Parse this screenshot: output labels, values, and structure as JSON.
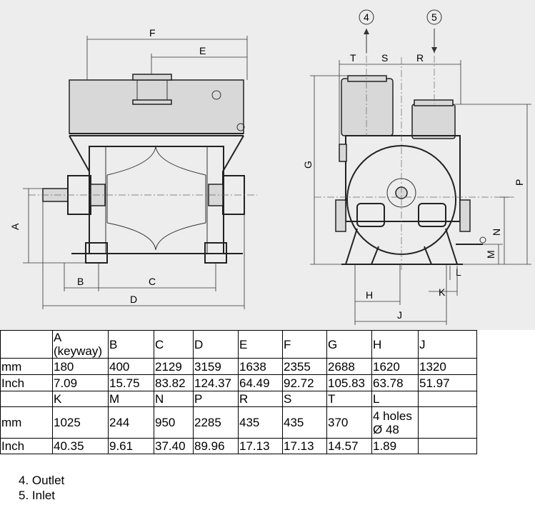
{
  "drawing": {
    "side_view_labels": {
      "A": "A",
      "B": "B",
      "C": "C",
      "D": "D",
      "E": "E",
      "F": "F"
    },
    "end_view_labels": {
      "G": "G",
      "H": "H",
      "J": "J",
      "K": "K",
      "L": "L",
      "M": "M",
      "N": "N",
      "P": "P",
      "R": "R",
      "S": "S",
      "T": "T"
    },
    "port_outlet_marker": "4",
    "port_inlet_marker": "5"
  },
  "table": {
    "header1": [
      "",
      "A\n(keyway)",
      "B",
      "C",
      "D",
      "E",
      "F",
      "G",
      "H",
      "J"
    ],
    "rows1": [
      [
        "mm",
        "180",
        "400",
        "2129",
        "3159",
        "1638",
        "2355",
        "2688",
        "1620",
        "1320"
      ],
      [
        "Inch",
        "7.09",
        "15.75",
        "83.82",
        "124.37",
        "64.49",
        "92.72",
        "105.83",
        "63.78",
        "51.97"
      ]
    ],
    "header2": [
      "",
      "K",
      "M",
      "N",
      "P",
      "R",
      "S",
      "T",
      "L",
      ""
    ],
    "rows2": [
      [
        "mm",
        "1025",
        "244",
        "950",
        "2285",
        "435",
        "435",
        "370",
        "4 holes\nØ 48",
        ""
      ],
      [
        "Inch",
        "40.35",
        "9.61",
        "37.40",
        "89.96",
        "17.13",
        "17.13",
        "14.57",
        "1.89",
        ""
      ]
    ]
  },
  "notes": [
    "4. Outlet",
    "5. Inlet"
  ]
}
